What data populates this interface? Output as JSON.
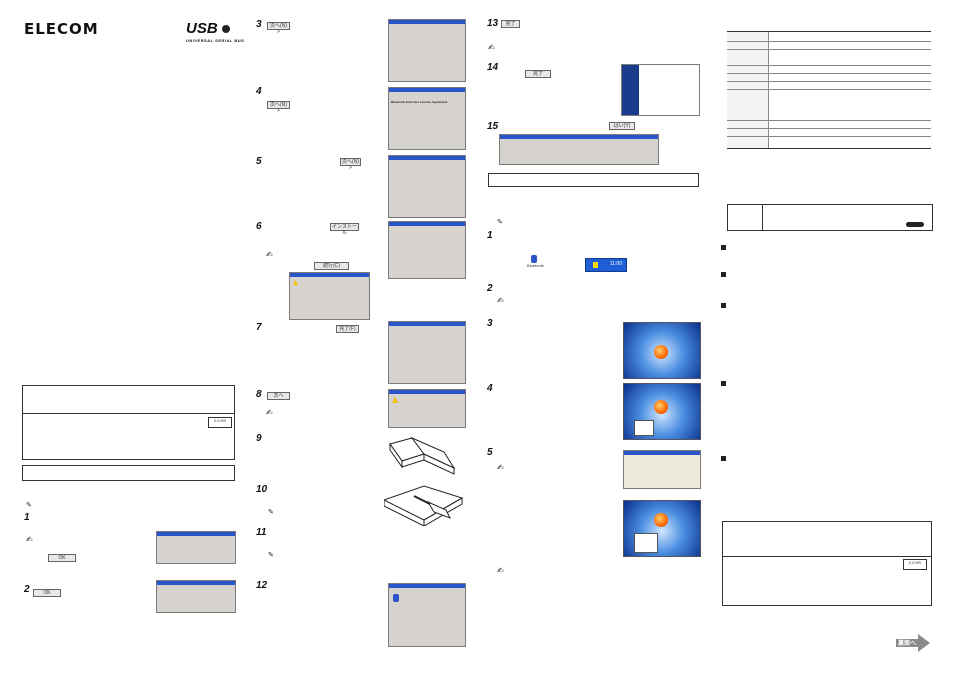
{
  "brand": {
    "logo": "ELECOM",
    "usb": "USB",
    "usb_sub": "UNIVERSAL SERIAL BUS"
  },
  "left_col": {
    "box_badge": "2.0 HS",
    "steps": [
      {
        "num": "1"
      },
      {
        "num": "2"
      }
    ],
    "buttons": {
      "ok1": "OK",
      "ok2": "OK"
    }
  },
  "col2": {
    "steps": [
      {
        "num": "3",
        "btn": "次へ(N) >"
      },
      {
        "num": "4",
        "btn": "次へ(N) >"
      },
      {
        "num": "5",
        "btn": "次へ(N) >"
      },
      {
        "num": "6",
        "btn": "インストール",
        "btn2": "続行(C)"
      },
      {
        "num": "7",
        "btn": "完了(F)"
      },
      {
        "num": "8",
        "btn": "次へ"
      },
      {
        "num": "9"
      },
      {
        "num": "10"
      },
      {
        "num": "11"
      },
      {
        "num": "12"
      }
    ],
    "license_title": "Bluetooth End User License Agreement"
  },
  "col3": {
    "steps": [
      {
        "num": "13",
        "btn": "完了"
      },
      {
        "num": "14",
        "btn": "完了"
      },
      {
        "num": "15",
        "btn": "はい(Y)"
      },
      {
        "num": "1"
      },
      {
        "num": "2"
      },
      {
        "num": "3"
      },
      {
        "num": "4"
      },
      {
        "num": "5"
      }
    ],
    "tray_label": "Bluetooth",
    "tray_time": "11:00"
  },
  "col4": {
    "badge": "2.0 HS",
    "next_label": "裏面へ"
  },
  "colors": {
    "title_blue": "#2a55c8",
    "orb": "#ff6a00",
    "blue_bg": "#1a4fb0"
  }
}
